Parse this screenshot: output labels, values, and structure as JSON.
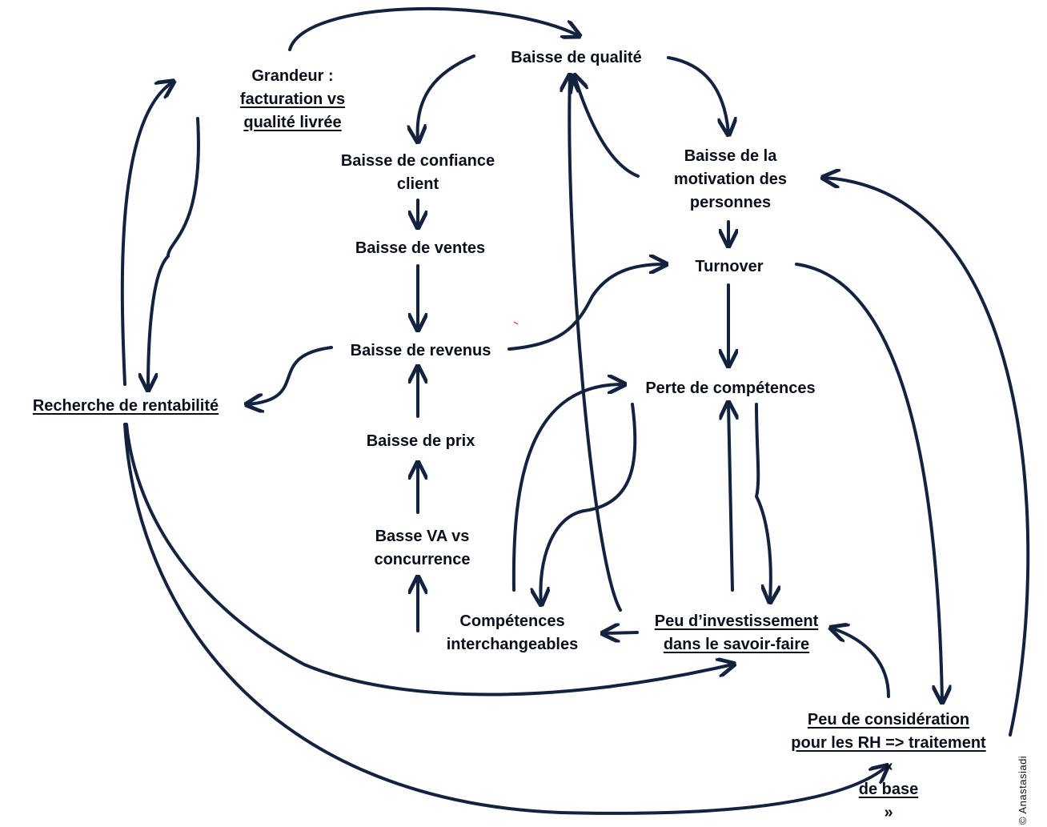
{
  "nodes": {
    "grandeur": {
      "lead": "Grandeur : ",
      "line1": "facturation vs",
      "line2": "qualité livrée"
    },
    "baisse_qualite": {
      "label": "Baisse de qualité"
    },
    "baisse_confiance": {
      "line1": "Baisse de confiance",
      "line2": "client"
    },
    "baisse_motivation": {
      "line1": "Baisse de la",
      "line2": "motivation des",
      "line3": "personnes"
    },
    "baisse_ventes": {
      "label": "Baisse de ventes"
    },
    "turnover": {
      "label": "Turnover"
    },
    "baisse_revenus": {
      "label": "Baisse de revenus"
    },
    "recherche_rentabilite": {
      "label": "Recherche de rentabilité"
    },
    "perte_competences": {
      "label": "Perte de compétences"
    },
    "baisse_prix": {
      "label": "Baisse de prix"
    },
    "basse_va": {
      "line1": "Basse VA vs",
      "line2": "concurrence"
    },
    "competences_interchangeables": {
      "line1": "Compétences",
      "line2": "interchangeables"
    },
    "peu_investissement": {
      "line1": "Peu d’investissement",
      "line2": "dans le savoir-faire"
    },
    "peu_consideration": {
      "line1": "Peu de considération",
      "line2": "pour les RH => traitement",
      "line3_open": "« ",
      "line3_u": "de base",
      "line3_close": " »"
    }
  },
  "copyright": "© Anastasiadi",
  "colors": {
    "arrow": "#13233f",
    "text": "#0a0f1c",
    "background": "#ffffff"
  }
}
